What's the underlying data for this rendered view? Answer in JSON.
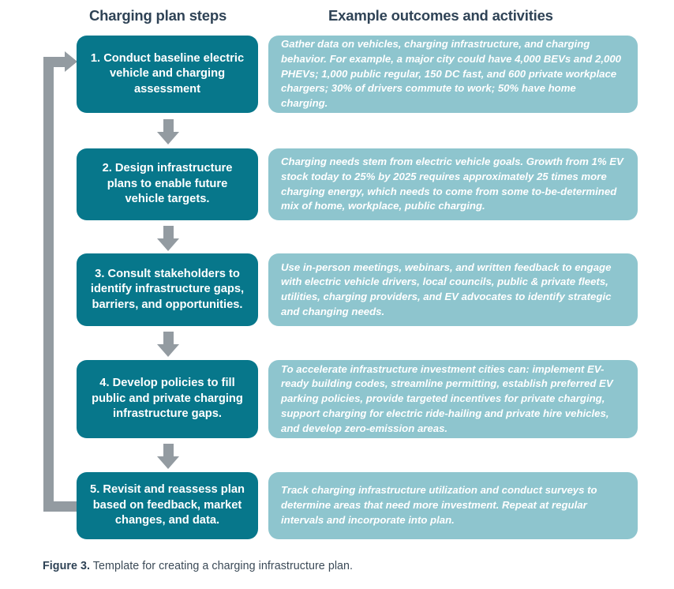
{
  "figure": {
    "headers": {
      "steps": "Charging plan steps",
      "outcomes": "Example outcomes and activities"
    },
    "caption_label": "Figure 3.",
    "caption_text": " Template for creating a charging infrastructure plan."
  },
  "colors": {
    "step_box": "#07778b",
    "outcome_box": "#8ec5ce",
    "arrow_gray": "#939ba1",
    "header_text": "#2f4356",
    "caption_text": "#3b4a57",
    "box_text": "#ffffff"
  },
  "rows": [
    {
      "step": "1. Conduct baseline electric vehicle and charging assessment",
      "outcome": "Gather data on vehicles, charging infrastructure, and charging behavior. For example, a major city could have 4,000 BEVs and 2,000 PHEVs; 1,000 public regular, 150 DC fast, and 600 private workplace chargers; 30% of drivers commute to work; 50% have home charging."
    },
    {
      "step": "2. Design infrastructure plans to enable future vehicle targets.",
      "outcome": "Charging needs stem from electric vehicle goals. Growth from 1% EV stock today to 25% by 2025 requires approximately 25 times more charging energy, which needs to come from some to-be-determined mix of home, workplace, public charging."
    },
    {
      "step": "3. Consult stakeholders to identify infrastructure gaps, barriers, and opportunities.",
      "outcome": "Use in-person meetings, webinars, and written feedback to engage with electric vehicle drivers, local councils, public & private fleets, utilities, charging providers, and EV advocates to identify strategic and changing needs."
    },
    {
      "step": "4. Develop policies to fill public and private charging infrastructure gaps.",
      "outcome": "To accelerate infrastructure investment cities can: implement EV-ready building codes, streamline permitting, establish preferred EV parking policies, provide targeted incentives for private charging, support charging for electric ride-hailing and private hire vehicles, and develop zero-emission areas."
    },
    {
      "step": "5. Revisit and reassess plan based on feedback, market changes, and data.",
      "outcome": "Track charging infrastructure utilization and conduct surveys to determine areas that need more investment. Repeat at regular intervals and incorporate into plan."
    }
  ],
  "connectors": {
    "down_arrows": 4,
    "feedback_loop_label": "feedback-loop-from-step-5-to-step-1"
  }
}
